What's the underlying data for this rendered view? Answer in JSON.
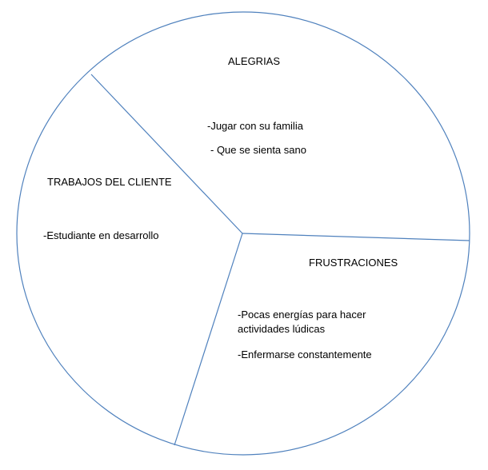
{
  "segments": {
    "alegrias": {
      "title": "ALEGRIAS",
      "items": [
        "-Jugar con su familia",
        "- Que se sienta sano"
      ]
    },
    "trabajos": {
      "title": "TRABAJOS DEL CLIENTE",
      "items": [
        "-Estudiante en desarrollo"
      ]
    },
    "frustraciones": {
      "title": "FRUSTRACIONES",
      "items": [
        "-Pocas energías para hacer actividades lúdicas",
        "-Enfermarse constantemente"
      ]
    }
  },
  "colors": {
    "outline": "#4f81bd",
    "divider": "#4f81bd",
    "text": "#000000",
    "background": "#ffffff"
  }
}
